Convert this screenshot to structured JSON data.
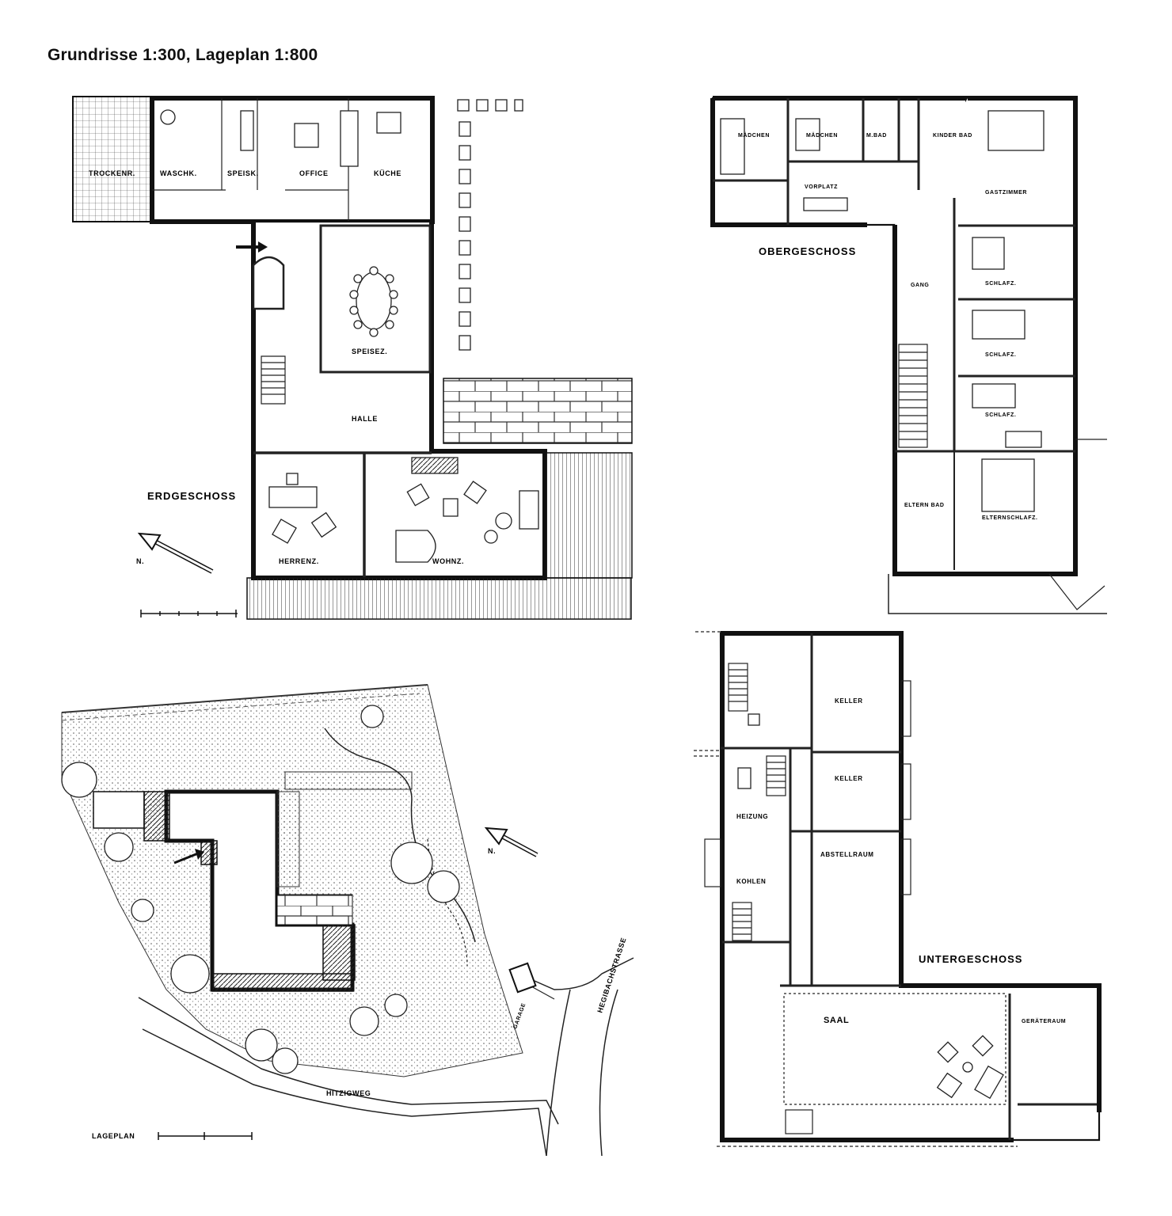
{
  "title": "Grundrisse 1:300, Lageplan 1:800",
  "erdgeschoss": {
    "label": "ERDGESCHOSS",
    "north": "N.",
    "rooms": {
      "trockenr": "TROCKENR.",
      "waschk": "WASCHK.",
      "speisek": "SPEISK.",
      "office": "OFFICE",
      "kueche": "KÜCHE",
      "speisez": "SPEISEZ.",
      "halle": "HALLE",
      "herrenz": "HERRENZ.",
      "wohnz": "WOHNZ."
    }
  },
  "obergeschoss": {
    "label": "OBERGESCHOSS",
    "rooms": {
      "maedchen1": "MÄDCHEN",
      "maedchen2": "MÄDCHEN",
      "mbad": "M.BAD",
      "kinderbad": "KINDER BAD",
      "gastzimmer": "GASTZIMMER",
      "vorplatz": "VORPLATZ",
      "gang": "GANG",
      "schlafz1": "SCHLAFZ.",
      "schlafz2": "SCHLAFZ.",
      "schlafz3": "SCHLAFZ.",
      "elternbad": "ELTERN BAD",
      "elternschlafz": "ELTERNSCHLAFZ."
    }
  },
  "untergeschoss": {
    "label": "UNTERGESCHOSS",
    "rooms": {
      "keller1": "KELLER",
      "keller2": "KELLER",
      "heizung": "HEIZUNG",
      "kohlen": "KOHLEN",
      "abstellraum": "ABSTELLRAUM",
      "saal": "SAAL",
      "geraeteraum": "GERÄTERAUM"
    }
  },
  "lageplan": {
    "label": "LAGEPLAN",
    "north": "N.",
    "streets": {
      "hitzigweg": "HITZIGWEG",
      "hegibachstrasse": "HEGIBACHSTRASSE",
      "garage": "GARAGE"
    }
  }
}
